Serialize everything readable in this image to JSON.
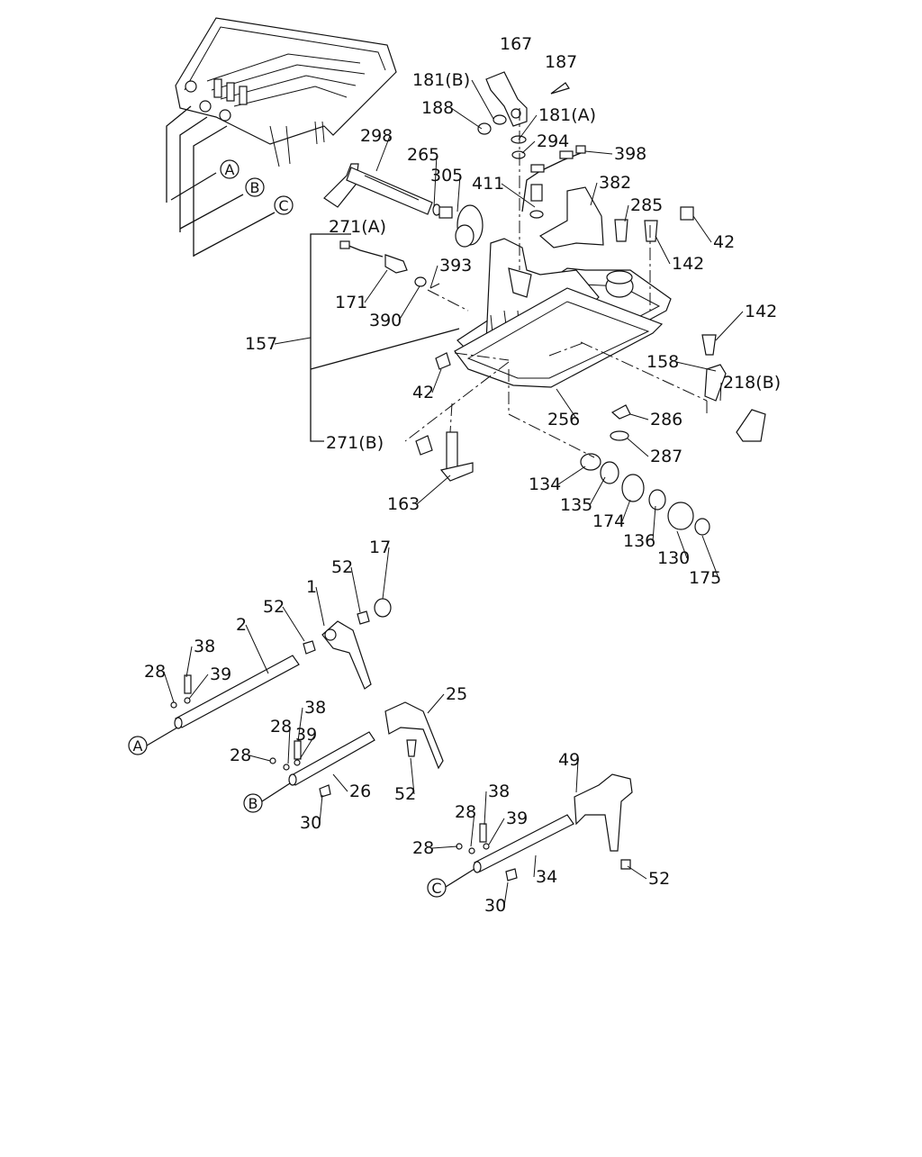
{
  "diagram": {
    "labels": [
      "167",
      "187",
      "181(B)",
      "188",
      "181(A)",
      "294",
      "398",
      "298",
      "265",
      "305",
      "411",
      "382",
      "285",
      "42",
      "271(A)",
      "142",
      "393",
      "171",
      "390",
      "157",
      "142",
      "158",
      "218(B)",
      "42",
      "256",
      "286",
      "271(B)",
      "287",
      "163",
      "134",
      "135",
      "174",
      "136",
      "130",
      "175",
      "17",
      "52",
      "1",
      "52",
      "2",
      "38",
      "28",
      "39",
      "25",
      "38",
      "28",
      "39",
      "28",
      "26",
      "52",
      "30",
      "49",
      "38",
      "28",
      "39",
      "28",
      "34",
      "52",
      "30"
    ],
    "circle_letters": [
      "A",
      "B",
      "C",
      "A",
      "B",
      "C"
    ]
  }
}
